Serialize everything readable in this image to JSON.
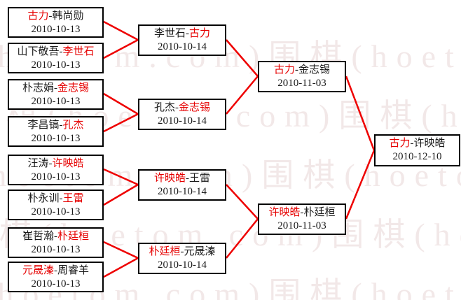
{
  "watermark": {
    "text": "围棋(hoetom.com)"
  },
  "separator": "-",
  "colors": {
    "winner_text": "#e60000",
    "connector_line": "#ee0000",
    "box_border": "#000000",
    "watermark_tint": "#c49494"
  },
  "bracket": {
    "rounds": [
      {
        "name": "first-round",
        "matches": [
          {
            "p1": "古力",
            "p2": "韩尚勋",
            "winner": "p1",
            "date": "2010-10-13"
          },
          {
            "p1": "山下敬吾",
            "p2": "李世石",
            "winner": "p2",
            "date": "2010-10-13"
          },
          {
            "p1": "朴志娟",
            "p2": "金志锡",
            "winner": "p2",
            "date": "2010-10-13"
          },
          {
            "p1": "李昌镐",
            "p2": "孔杰",
            "winner": "p2",
            "date": "2010-10-13"
          },
          {
            "p1": "汪涛",
            "p2": "许映皓",
            "winner": "p2",
            "date": "2010-10-13"
          },
          {
            "p1": "朴永训",
            "p2": "王雷",
            "winner": "p2",
            "date": "2010-10-13"
          },
          {
            "p1": "崔哲瀚",
            "p2": "朴廷桓",
            "winner": "p2",
            "date": "2010-10-13"
          },
          {
            "p1": "元晟溱",
            "p2": "周睿羊",
            "winner": "p1",
            "date": "2010-10-13"
          }
        ]
      },
      {
        "name": "second-round",
        "matches": [
          {
            "p1": "李世石",
            "p2": "古力",
            "winner": "p2",
            "date": "2010-10-14"
          },
          {
            "p1": "孔杰",
            "p2": "金志锡",
            "winner": "p2",
            "date": "2010-10-14"
          },
          {
            "p1": "许映皓",
            "p2": "王雷",
            "winner": "p1",
            "date": "2010-10-14"
          },
          {
            "p1": "朴廷桓",
            "p2": "元晟溱",
            "winner": "p1",
            "date": "2010-10-14"
          }
        ]
      },
      {
        "name": "semifinals",
        "matches": [
          {
            "p1": "古力",
            "p2": "金志锡",
            "winner": "p1",
            "date": "2010-11-03"
          },
          {
            "p1": "许映皓",
            "p2": "朴廷桓",
            "winner": "p1",
            "date": "2010-11-03"
          }
        ]
      },
      {
        "name": "final",
        "matches": [
          {
            "p1": "古力",
            "p2": "许映皓",
            "winner": "p1",
            "date": "2010-12-10"
          }
        ]
      }
    ]
  }
}
